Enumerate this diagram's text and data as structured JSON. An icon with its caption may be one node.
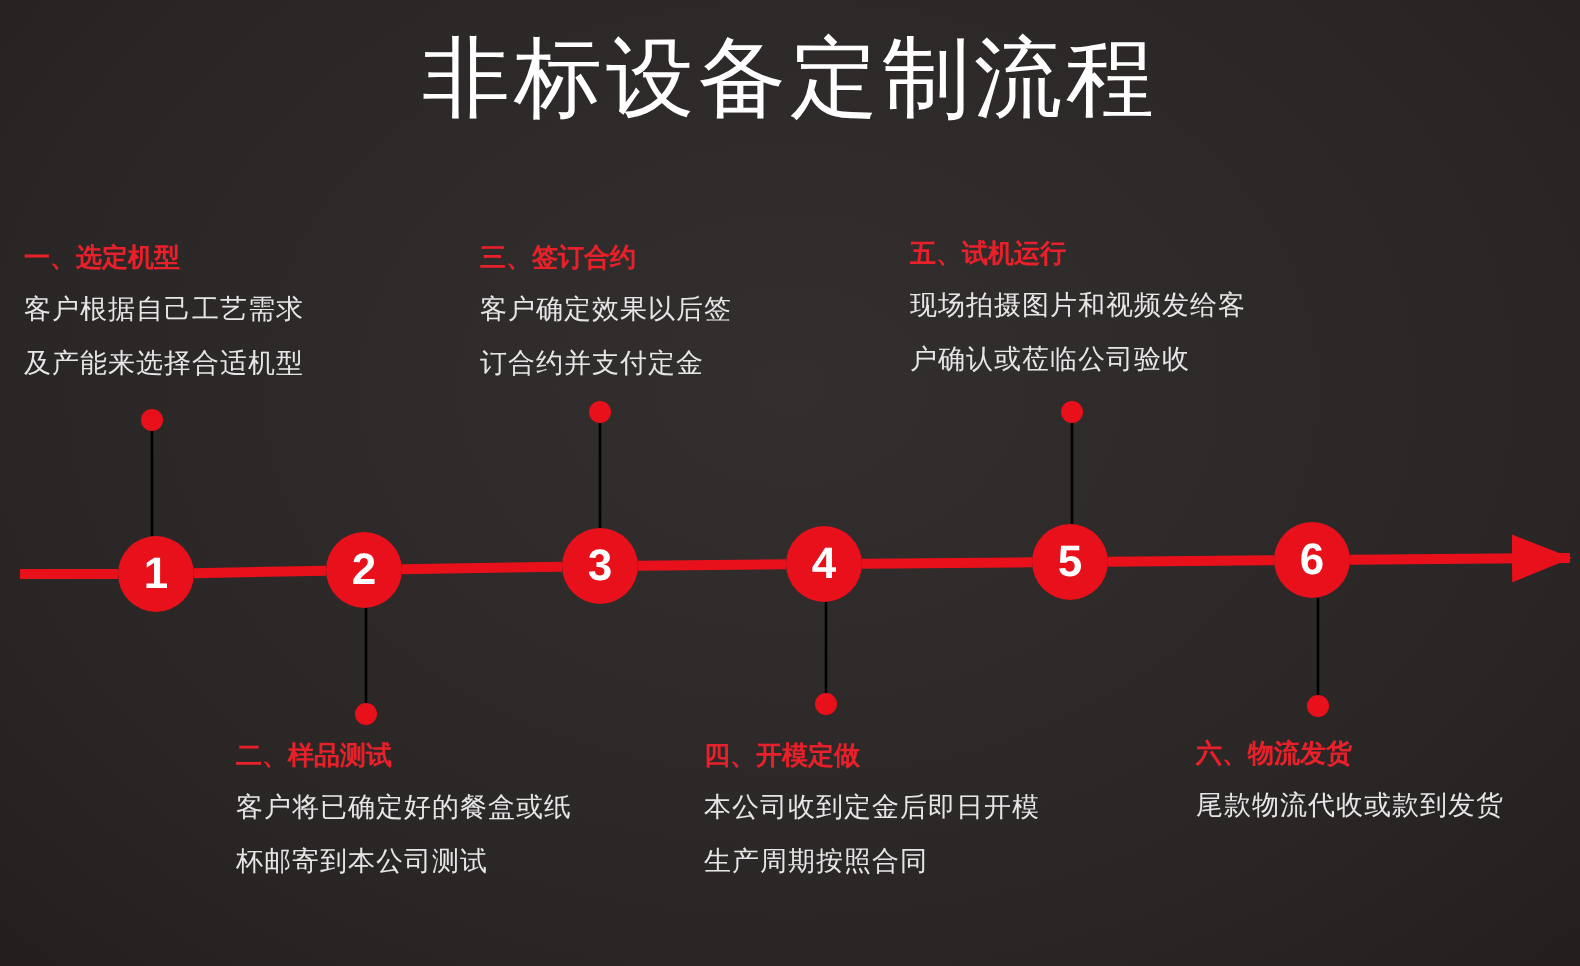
{
  "diagram": {
    "title": "非标设备定制流程",
    "nodes": [
      {
        "text": [
          "1"
        ]
      },
      {
        "text": [
          "2"
        ]
      },
      {
        "text": [
          "3"
        ]
      },
      {
        "text": [
          "4"
        ]
      },
      {
        "text": [
          "5"
        ]
      },
      {
        "text": [
          "6"
        ]
      },
      {
        "text": [
          "一、选定机型",
          "客户根据自己工艺需求及产能来选择合适机型"
        ]
      },
      {
        "text": [
          "二、样品测试",
          "客户将已确定好的餐盒或纸杯邮寄到本公司测试"
        ]
      },
      {
        "text": [
          "三、签订合约",
          "客户确定效果以后签订合约并支付定金"
        ]
      },
      {
        "text": [
          "四、开模定做",
          "本公司收到定金后即日开模生产周期按照合同"
        ]
      },
      {
        "text": [
          "五、试机运行",
          "现场拍摄图片和视频发给客户确认或莅临公司验收"
        ]
      },
      {
        "text": [
          "六、物流发货",
          "尾款物流代收或款到发货"
        ]
      }
    ],
    "edges": [
      {
        "from": null,
        "to": 0,
        "arrow": "none"
      },
      {
        "from": 0,
        "to": 1,
        "arrow": "none"
      },
      {
        "from": 1,
        "to": 2,
        "arrow": "none"
      },
      {
        "from": 2,
        "to": 3,
        "arrow": "none"
      },
      {
        "from": 3,
        "to": 4,
        "arrow": "none"
      },
      {
        "from": 4,
        "to": 5,
        "arrow": "none"
      },
      {
        "from": 5,
        "to": null,
        "arrow": "to"
      },
      {
        "from": 6,
        "to": 0,
        "arrow": "other",
        "color": "#000000"
      },
      {
        "from": 7,
        "to": 1,
        "arrow": "other",
        "color": "#000000"
      },
      {
        "from": 8,
        "to": 2,
        "arrow": "other",
        "color": "#000000"
      },
      {
        "from": 9,
        "to": 3,
        "arrow": "other",
        "color": "#000000"
      },
      {
        "from": 10,
        "to": 4,
        "arrow": "other",
        "color": "#000000"
      },
      {
        "from": 11,
        "to": 5,
        "arrow": "other",
        "color": "#000000"
      }
    ]
  }
}
